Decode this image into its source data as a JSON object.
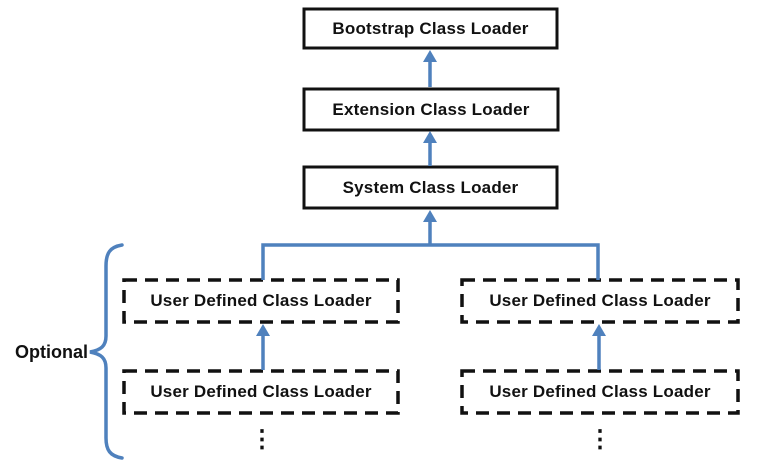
{
  "diagram": {
    "nodes": {
      "bootstrap": "Bootstrap Class Loader",
      "extension": "Extension Class Loader",
      "system": "System Class Loader",
      "user_defined_boxes": [
        "User Defined Class Loader",
        "User Defined Class Loader",
        "User Defined Class Loader",
        "User Defined Class Loader"
      ]
    },
    "optional_label": "Optional",
    "ellipsis": [
      "⋮",
      "⋮"
    ],
    "colors": {
      "accent": "#4f81bd",
      "line": "#111111",
      "background": "#ffffff"
    }
  }
}
